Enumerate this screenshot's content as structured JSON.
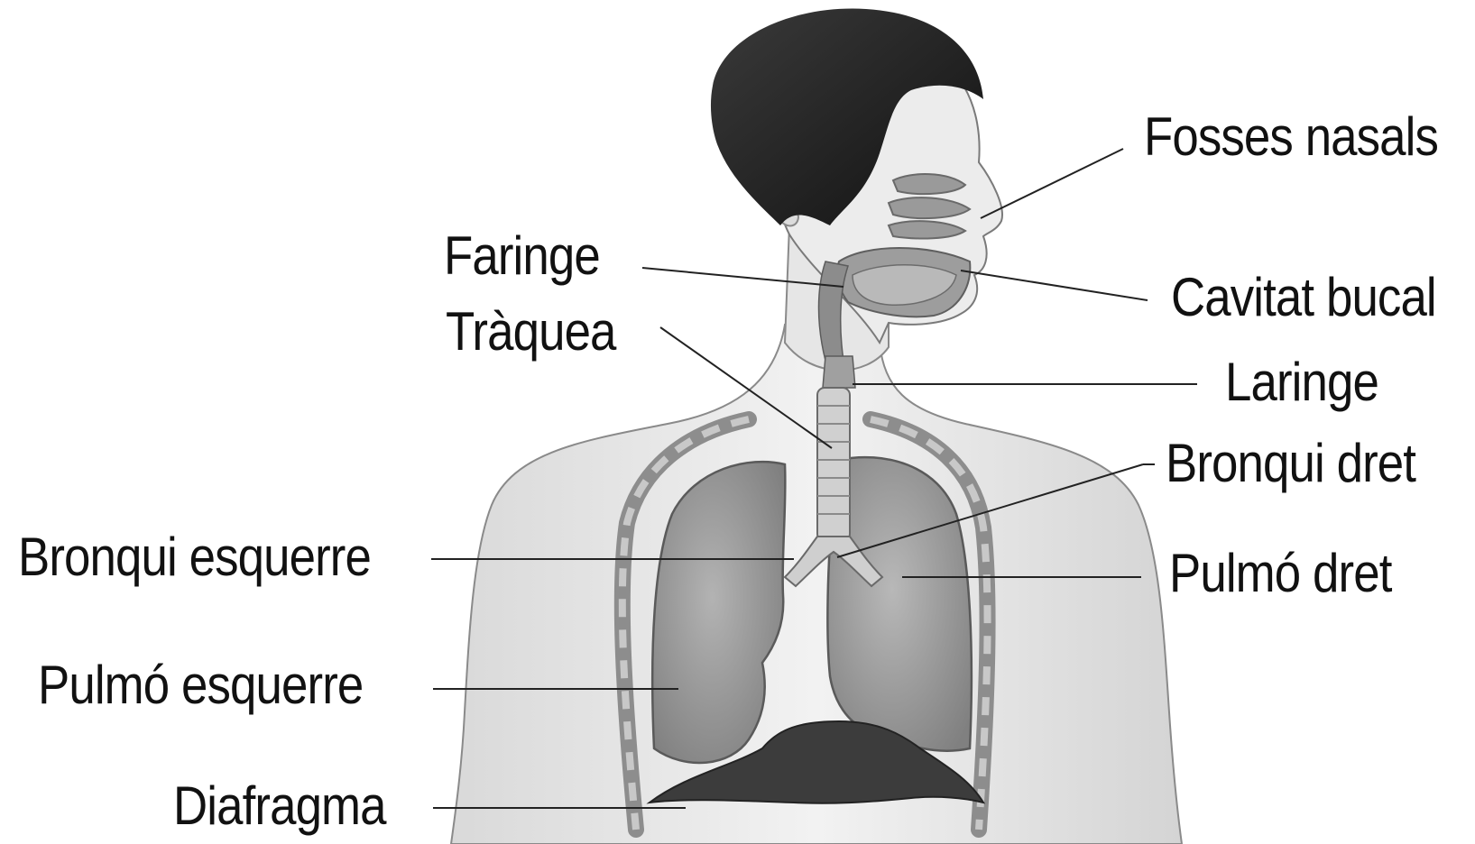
{
  "labels": {
    "fosses_nasals": "Fosses nasals",
    "faringe": "Faringe",
    "cavitat_bucal": "Cavitat bucal",
    "traquea": "Tràquea",
    "laringe": "Laringe",
    "bronqui_dret": "Bronqui dret",
    "bronqui_esquerre": "Bronqui esquerre",
    "pulmo_dret": "Pulmó dret",
    "pulmo_esquerre": "Pulmó esquerre",
    "diafragma": "Diafragma"
  }
}
